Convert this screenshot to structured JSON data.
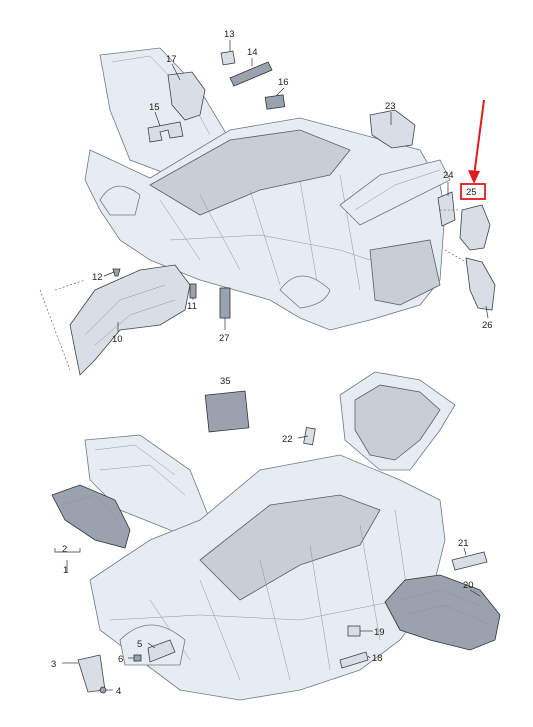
{
  "callouts": {
    "c1": "1",
    "c2": "2",
    "c3": "3",
    "c4": "4",
    "c5": "5",
    "c6": "6",
    "c10": "10",
    "c11": "11",
    "c12": "12",
    "c13": "13",
    "c14": "14",
    "c15": "15",
    "c16": "16",
    "c17": "17",
    "c18": "18",
    "c19": "19",
    "c20": "20",
    "c21": "21",
    "c22": "22",
    "c23": "23",
    "c24": "24",
    "c25": "25",
    "c26": "26",
    "c27": "27",
    "c35": "35"
  },
  "highlight": {
    "label": "25",
    "color": "#e01b1b"
  },
  "colors": {
    "body": "#e6ecf2",
    "outline": "#6f7a85",
    "part": "#9aa3ad",
    "arrow": "#e01b1b"
  }
}
